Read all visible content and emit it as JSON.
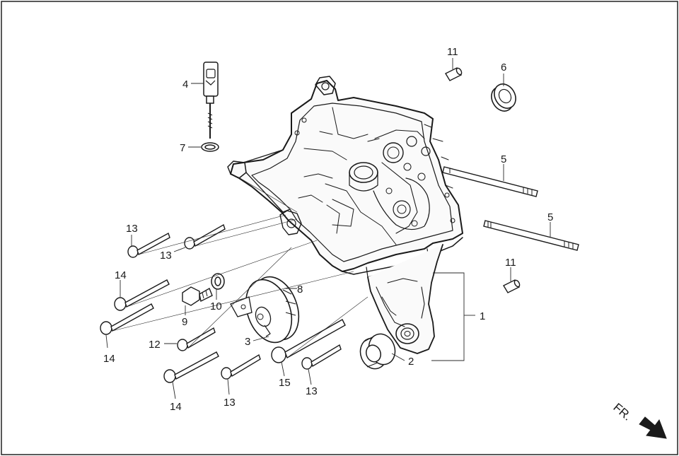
{
  "diagram": {
    "direction_label": "FR.",
    "callouts": [
      {
        "id": "c1",
        "text": "1"
      },
      {
        "id": "c2",
        "text": "2"
      },
      {
        "id": "c3",
        "text": "3"
      },
      {
        "id": "c4",
        "text": "4"
      },
      {
        "id": "c5a",
        "text": "5"
      },
      {
        "id": "c5b",
        "text": "5"
      },
      {
        "id": "c6",
        "text": "6"
      },
      {
        "id": "c7",
        "text": "7"
      },
      {
        "id": "c8",
        "text": "8"
      },
      {
        "id": "c9",
        "text": "9"
      },
      {
        "id": "c10",
        "text": "10"
      },
      {
        "id": "c11a",
        "text": "11"
      },
      {
        "id": "c11b",
        "text": "11"
      },
      {
        "id": "c12",
        "text": "12"
      },
      {
        "id": "c13a",
        "text": "13"
      },
      {
        "id": "c13b",
        "text": "13"
      },
      {
        "id": "c13c",
        "text": "13"
      },
      {
        "id": "c13d",
        "text": "13"
      },
      {
        "id": "c14a",
        "text": "14"
      },
      {
        "id": "c14b",
        "text": "14"
      },
      {
        "id": "c14c",
        "text": "14"
      },
      {
        "id": "c15",
        "text": "15"
      }
    ]
  }
}
